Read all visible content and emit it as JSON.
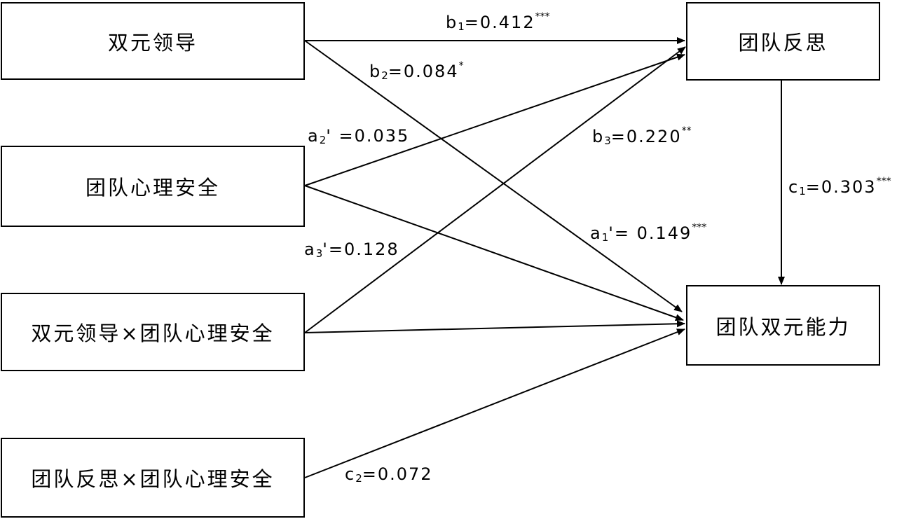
{
  "nodes": {
    "dual_leadership": "双元领导",
    "psych_safety": "团队心理安全",
    "interaction_1": "双元领导×团队心理安全",
    "interaction_2": "团队反思×团队心理安全",
    "team_reflection": "团队反思",
    "team_ambidexterity": "团队双元能力"
  },
  "paths": {
    "b1": {
      "symbol": "b",
      "sub": "1",
      "prime": "",
      "value": "=0.412",
      "stars": "***"
    },
    "b2": {
      "symbol": "b",
      "sub": "2",
      "prime": "",
      "value": "=0.084",
      "stars": "*"
    },
    "a2": {
      "symbol": "a",
      "sub": "2",
      "prime": "' ",
      "value": "=0.035",
      "stars": ""
    },
    "b3": {
      "symbol": "b",
      "sub": "3",
      "prime": "",
      "value": "=0.220",
      "stars": "**"
    },
    "c1": {
      "symbol": "c",
      "sub": "1",
      "prime": "",
      "value": "=0.303",
      "stars": "***"
    },
    "a1": {
      "symbol": "a",
      "sub": "1",
      "prime": "'",
      "value": "= 0.149",
      "stars": "***"
    },
    "a3": {
      "symbol": "a",
      "sub": "3",
      "prime": "'",
      "value": "=0.128",
      "stars": ""
    },
    "c2": {
      "symbol": "c",
      "sub": "2",
      "prime": "",
      "value": "=0.072",
      "stars": ""
    }
  }
}
